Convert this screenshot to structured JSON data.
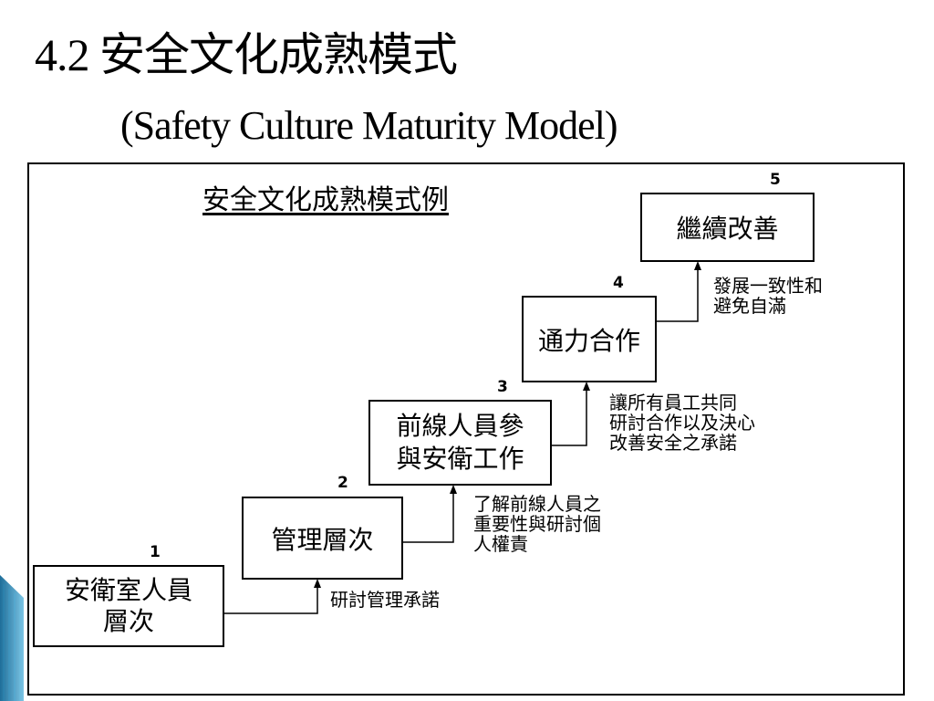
{
  "slide": {
    "title": "4.2 安全文化成熟模式",
    "subtitle": "(Safety Culture Maturity Model)"
  },
  "diagram": {
    "heading": "安全文化成熟模式例",
    "stages": [
      {
        "number": "1",
        "lines": [
          "安衛室人員",
          "層次"
        ]
      },
      {
        "number": "2",
        "lines": [
          "管理層次"
        ]
      },
      {
        "number": "3",
        "lines": [
          "前線人員參",
          "與安衛工作"
        ]
      },
      {
        "number": "4",
        "lines": [
          "通力合作"
        ]
      },
      {
        "number": "5",
        "lines": [
          "繼續改善"
        ]
      }
    ],
    "transitions": [
      {
        "lines": [
          "研討管理承諾"
        ]
      },
      {
        "lines": [
          "了解前線人員之",
          "重要性與研討個",
          "人權責"
        ]
      },
      {
        "lines": [
          "讓所有員工共同",
          "研討合作以及決心",
          "改善安全之承諾"
        ]
      },
      {
        "lines": [
          "發展一致性和",
          "避免自滿"
        ]
      }
    ]
  },
  "colors": {
    "accent_dark": "#1f6f9a",
    "accent_light": "#7cc4e4"
  }
}
